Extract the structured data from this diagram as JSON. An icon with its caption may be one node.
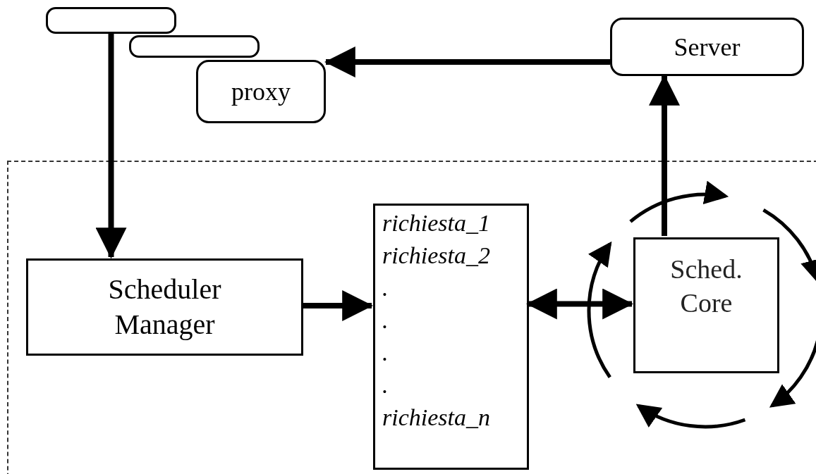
{
  "diagram": {
    "nodes": [
      {
        "text": [],
        "shape": "box"
      },
      {
        "text": [],
        "shape": "box"
      },
      {
        "text": [],
        "shape": "box"
      },
      {
        "text": [
          "proxy"
        ]
      },
      {
        "text": [
          "Server"
        ]
      },
      {
        "text": [
          "Scheduler Manager"
        ],
        "in": 0
      },
      {
        "text": [
          "richiesta_1",
          "richiesta_2",
          ".",
          ".",
          ".",
          ".",
          "richiesta_n"
        ],
        "in": 0
      },
      {
        "text": [
          "Sched. Core"
        ],
        "in": 0
      }
    ],
    "edges": [
      {
        "from": 1,
        "to": 5,
        "arrow": "to"
      },
      {
        "from": 5,
        "to": 6,
        "arrow": "to"
      },
      {
        "from": 6,
        "to": 7,
        "arrow": "both"
      },
      {
        "from": 7,
        "to": 4,
        "arrow": "to"
      },
      {
        "from": 4,
        "to": 3,
        "arrow": "to"
      }
    ]
  }
}
